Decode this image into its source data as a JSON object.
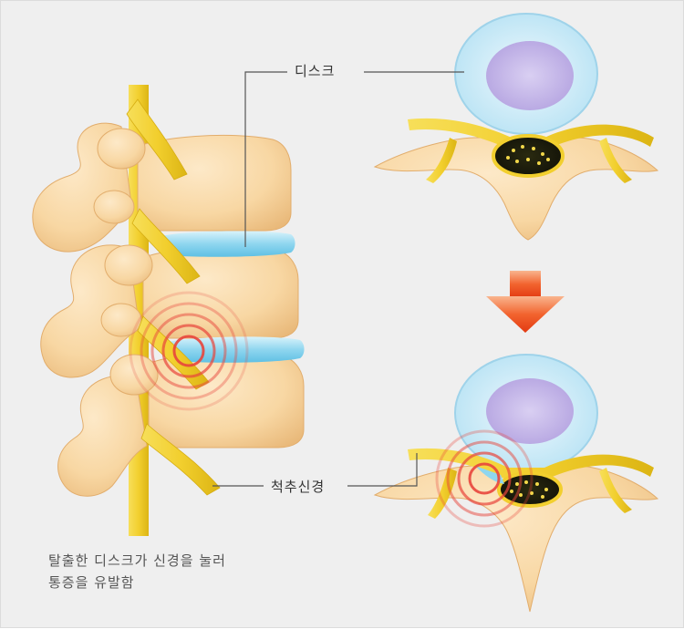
{
  "labels": {
    "disc": "디스크",
    "spinal_nerve": "척추신경"
  },
  "caption": {
    "line1": "탈출한 디스크가 신경을 눌러",
    "line2": "통증을 유발함"
  },
  "colors": {
    "background": "#efefef",
    "bone": "#f8d7a3",
    "bone_shadow": "#e9b97a",
    "nerve": "#f2cf2e",
    "disc": "#9fd9ef",
    "nucleus": "#c5b8e6",
    "pain": "#e8453c",
    "arrow": "#ef4a1e"
  },
  "icons": [
    "down-arrow-icon",
    "pain-rings-icon"
  ]
}
